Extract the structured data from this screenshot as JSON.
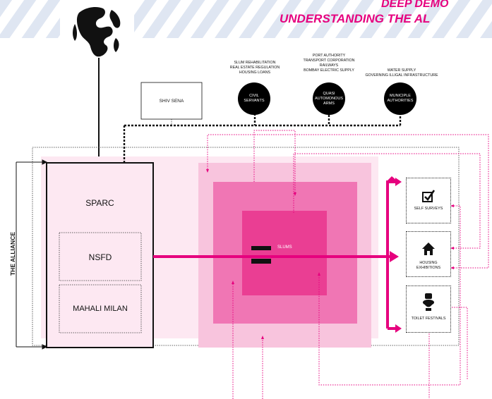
{
  "header": {
    "title": "DEEP DEMO",
    "subtitle": "UNDERSTANDING THE AL"
  },
  "alliance_label": "THE ALLIANCE",
  "shiv_sena": "SHIV SENA",
  "actors": [
    {
      "circle": [
        "CIVIL",
        "SERVANTS"
      ],
      "roles": [
        "SLUM REHABILITATION",
        "REAL ESTATE REGULATION",
        "HOUSING LOANS"
      ]
    },
    {
      "circle": [
        "QUASI",
        "AUTOMONOUS",
        "ARMS"
      ],
      "roles": [
        "PORT AUTHORITY",
        "TRANSPORT CORPORATION",
        "RAILWAYS",
        "BOMBAY ELECTRIC SUPPLY"
      ]
    },
    {
      "circle": [
        "MUNICIPLE",
        "AUTHORITIES"
      ],
      "roles": [
        "WATER SUPPLY",
        "GOVERNING ILLIGAL INFRASTRUCTURE"
      ]
    }
  ],
  "alliance": {
    "sparc": "SPARC",
    "nsfd": "NSFD",
    "mahali_milan": "MAHALI MILAN"
  },
  "slums_label": "SLUMS",
  "tools": [
    {
      "label": "SELF SURVEYS",
      "icon": "checkbox-icon"
    },
    {
      "label": "HOUSING EXHIBITIONS",
      "icon": "house-icon"
    },
    {
      "label": "TOILET FESTIVALS",
      "icon": "toilet-icon"
    }
  ],
  "colors": {
    "accent": "#e6007e",
    "pink_outer": "#f8c4dd",
    "pink_mid": "#f076b4",
    "pink_inner": "#ea3e93",
    "pink_panel": "#fde8f2"
  }
}
